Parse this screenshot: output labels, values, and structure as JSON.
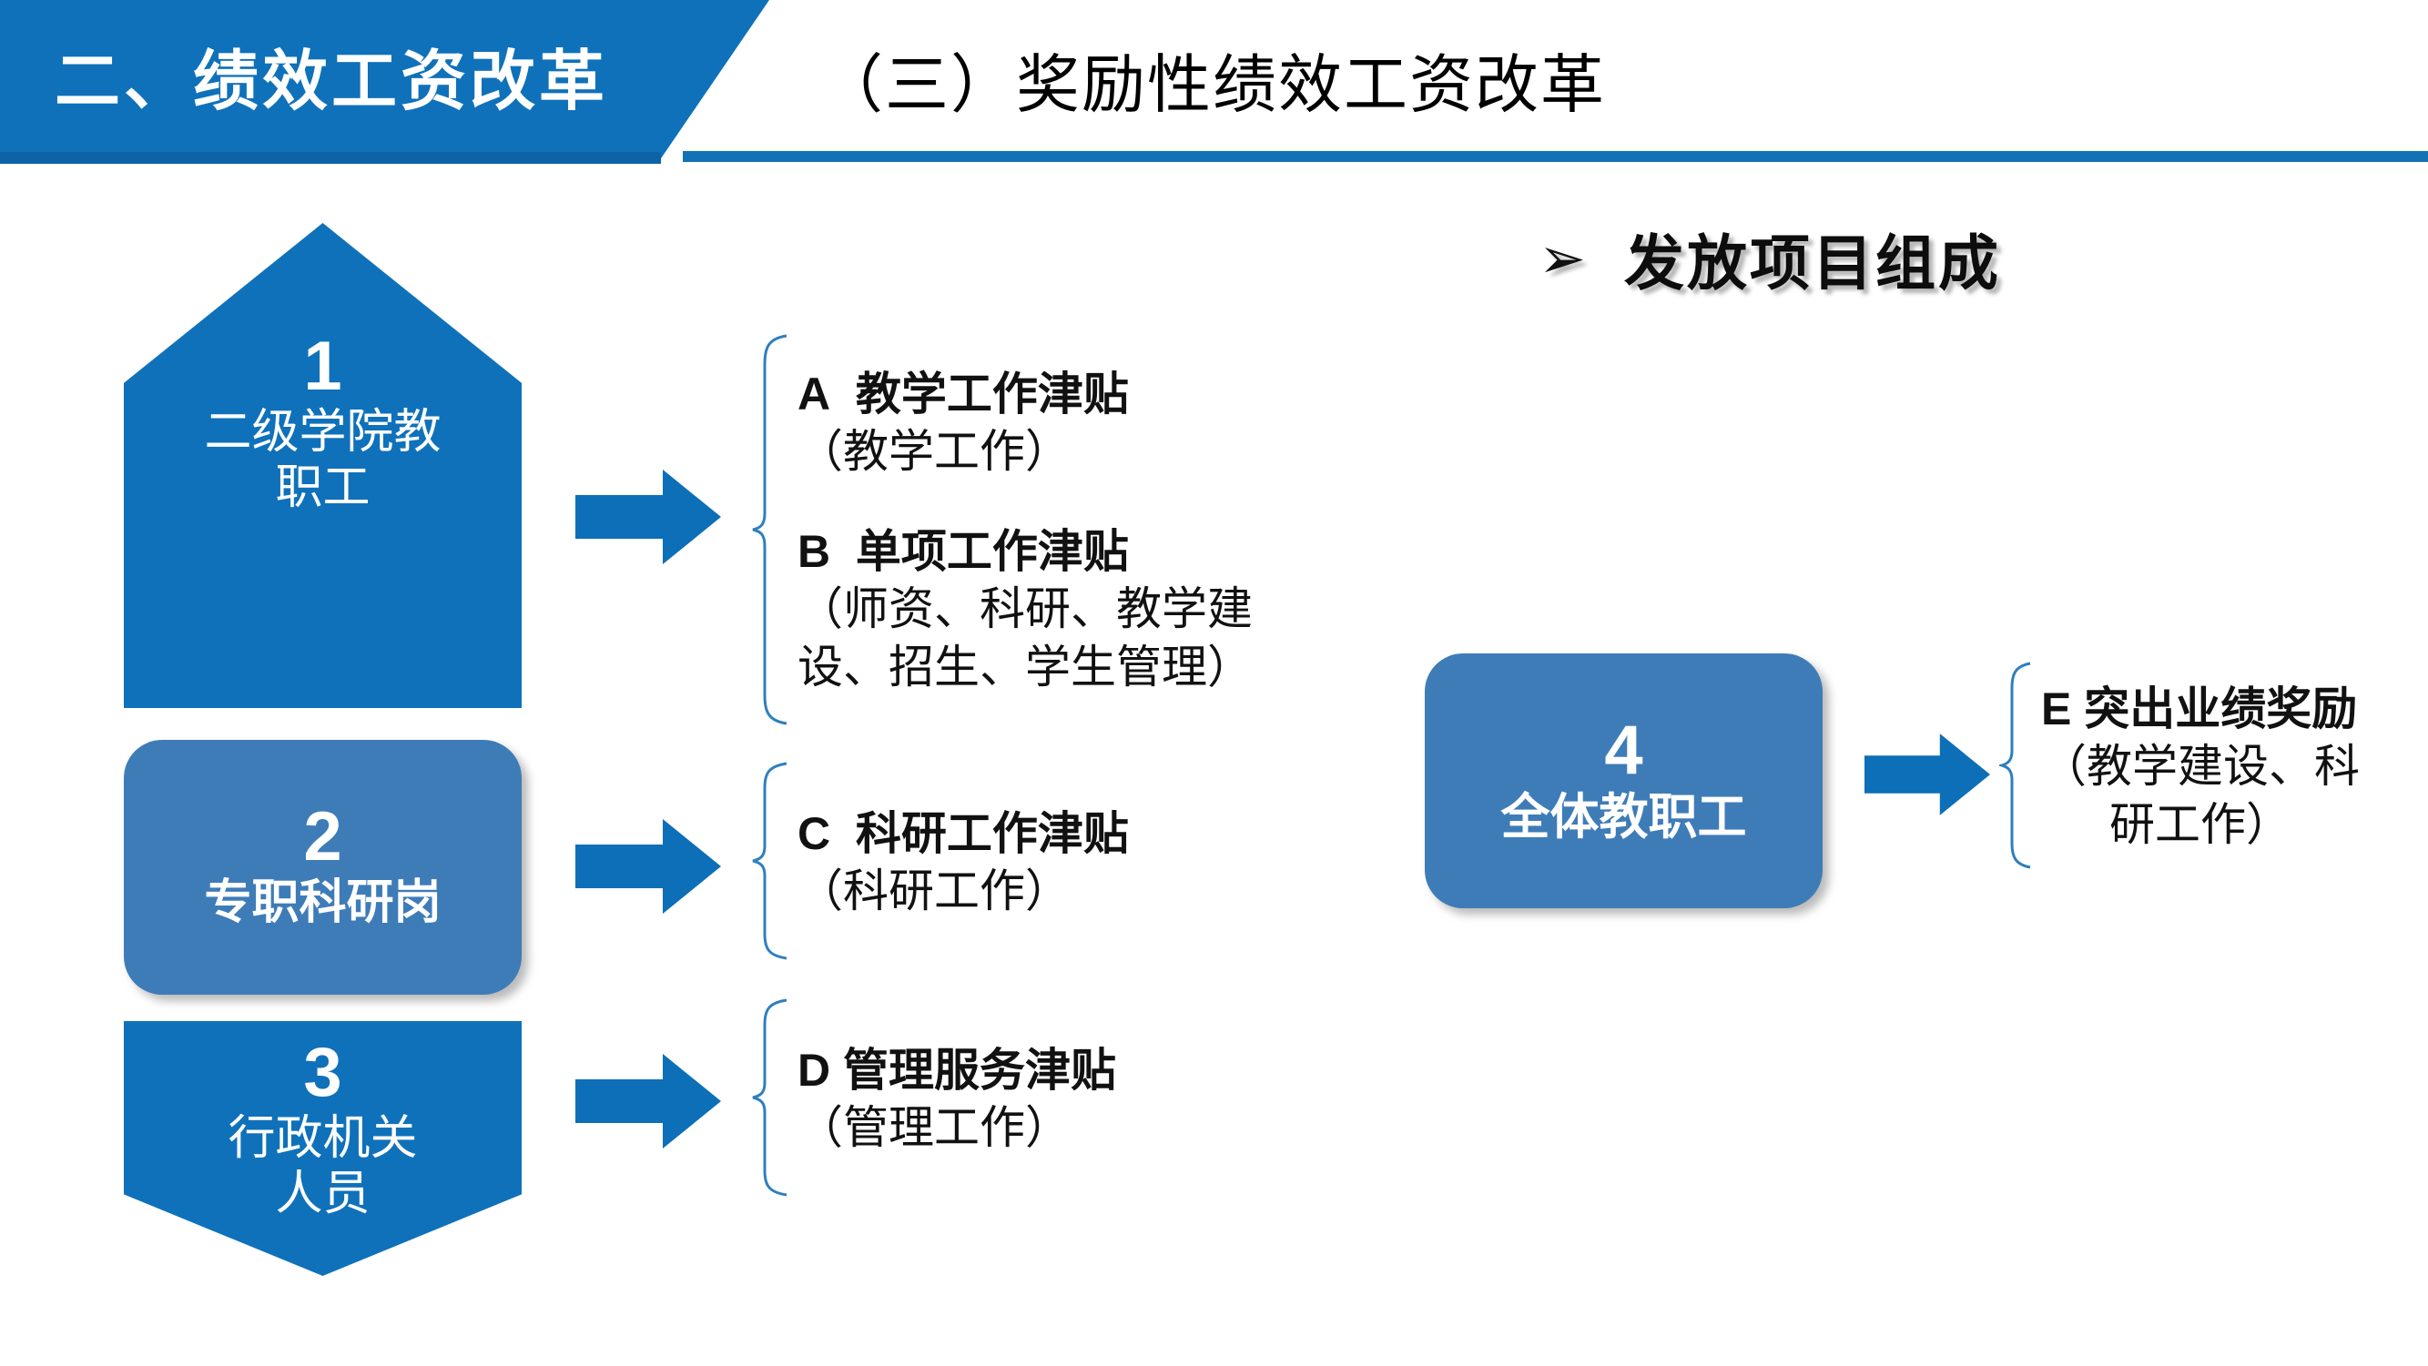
{
  "header": {
    "tab_label": "二、绩效工资改革",
    "title": "（三）奖励性绩效工资改革",
    "accent_color": "#0F71BA"
  },
  "section": {
    "bullet_icon": "chevron-right-bullet-icon",
    "bullet_glyph": "➢",
    "heading": "发放项目组成"
  },
  "groups": [
    {
      "number": "1",
      "caption_line1": "二级学院教",
      "caption_line2": "职工",
      "shape": "pentagon-up",
      "color": "#0F71BA",
      "arrow_icon": "right-arrow-icon",
      "items": [
        {
          "code": "A",
          "title": "教学工作津贴",
          "sub_lines": [
            "（教学工作）"
          ]
        },
        {
          "code": "B",
          "title": "单项工作津贴",
          "sub_lines": [
            "（师资、科研、教学建",
            "设、招生、学生管理）"
          ]
        }
      ]
    },
    {
      "number": "2",
      "caption_line1": "专职科研岗",
      "caption_line2": "",
      "shape": "rounded-rect",
      "color": "#3E7CB8",
      "arrow_icon": "right-arrow-icon",
      "items": [
        {
          "code": "C",
          "title": "科研工作津贴",
          "sub_lines": [
            "（科研工作）"
          ]
        }
      ]
    },
    {
      "number": "3",
      "caption_line1": "行政机关",
      "caption_line2": "人员",
      "shape": "pentagon-down",
      "color": "#0F71BA",
      "arrow_icon": "right-arrow-icon",
      "items": [
        {
          "code": "D",
          "title": "管理服务津贴",
          "sub_lines": [
            "（管理工作）"
          ]
        }
      ]
    },
    {
      "number": "4",
      "caption_line1": "全体教职工",
      "caption_line2": "",
      "shape": "rounded-rect",
      "color": "#3E7CB8",
      "arrow_icon": "right-arrow-icon",
      "items": [
        {
          "code": "E",
          "title": "突出业绩奖励",
          "sub_lines": [
            "（教学建设、科",
            "研工作）"
          ]
        }
      ]
    }
  ],
  "colors": {
    "brand_blue": "#0F71BA",
    "light_blue": "#3E7CB8",
    "brace_blue": "#1F6FAE",
    "text_black": "#111111"
  }
}
